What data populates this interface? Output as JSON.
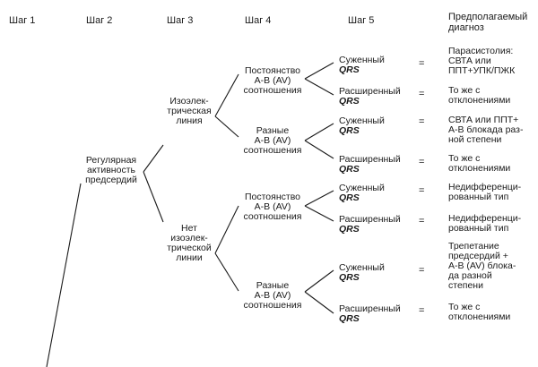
{
  "headers": {
    "step1": "Шаг 1",
    "step2": "Шаг 2",
    "step3": "Шаг 3",
    "step4": "Шаг 4",
    "step5": "Шаг 5",
    "diagnosis_line1": "Предполагаемый",
    "diagnosis_line2": "диагноз"
  },
  "step2_node": [
    "Регулярная",
    "активность",
    "предсердий"
  ],
  "step3_nodes": {
    "isoelectric": [
      "Изоэлек-",
      "трическая",
      "линия"
    ],
    "no_isoelectric": [
      "Нет",
      "изоэлек-",
      "трической",
      "линии"
    ]
  },
  "step4_nodes": {
    "constant": [
      "Постоянство",
      "A-B (AV)",
      "соотношения"
    ],
    "varying": [
      "Разные",
      "A-B (AV)",
      "соотношения"
    ]
  },
  "step5_labels": {
    "narrow": "Суженный",
    "wide": "Расширенный",
    "qrs": "QRS"
  },
  "equals": "=",
  "diagnoses": {
    "d1": [
      "Парасистолия:",
      "СВТА или",
      "ППТ+УПК/ПЖК"
    ],
    "d2": [
      "То же с",
      "отклонениями"
    ],
    "d3": [
      "СВТА или ППТ+",
      "А-В блокада раз-",
      "ной степени"
    ],
    "d4": [
      "То же с",
      "отклонениями"
    ],
    "d5": [
      "Недифференци-",
      "рованный тип"
    ],
    "d6": [
      "Недифференци-",
      "рованный тип"
    ],
    "d7": [
      "Трепетание",
      "предсердий +",
      "А-В (AV) блока-",
      "да разной",
      "степени"
    ],
    "d8": [
      "То же с",
      "отклонениями"
    ]
  }
}
